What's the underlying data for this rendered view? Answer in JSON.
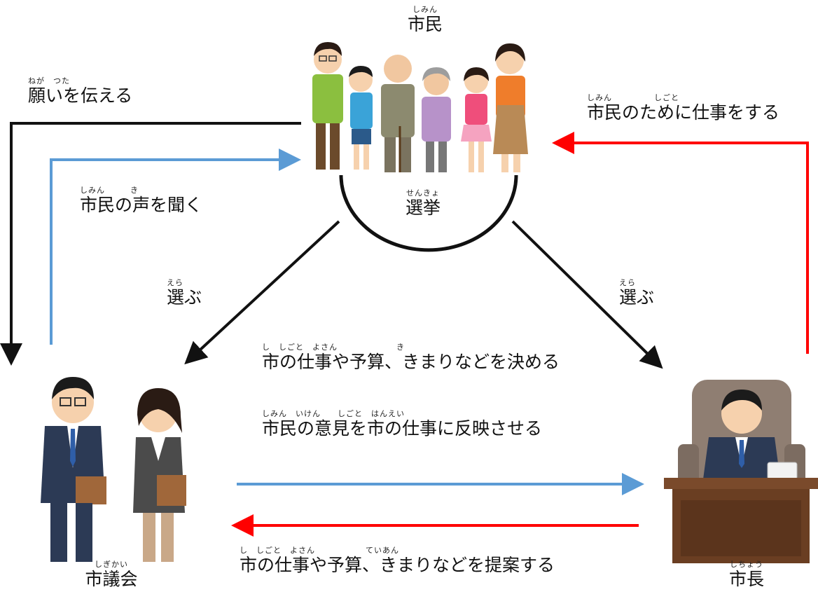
{
  "colors": {
    "wish_arrow": "#111111",
    "listen_arrow": "#5b9bd5",
    "work_arrow": "#ff0000",
    "choose_arrow": "#111111",
    "council_to_mayor_arrow": "#5b9bd5",
    "mayor_to_council_arrow": "#ff0000"
  },
  "icons": [
    "citizens-family-illustration",
    "city-council-members-illustration",
    "mayor-at-desk-illustration"
  ],
  "nodes": {
    "citizens": {
      "ruby": "しみん",
      "label": "市民"
    },
    "council": {
      "ruby": "しぎかい",
      "label": "市議会"
    },
    "mayor": {
      "ruby": "しちょう",
      "label": "市長"
    }
  },
  "election": {
    "ruby": "せんきょ",
    "label": "選挙"
  },
  "edges": {
    "convey_wishes": {
      "ruby": "ねが　つた",
      "label": "願いを伝える"
    },
    "listen_voices": {
      "ruby": "しみん　　　き",
      "label": "市民の声を聞く"
    },
    "work_for_citizens": {
      "ruby": "しみん　　　　　しごと",
      "label": "市民のために仕事をする"
    },
    "choose_left": {
      "ruby": "えら",
      "label": "選ぶ"
    },
    "choose_right": {
      "ruby": "えら",
      "label": "選ぶ"
    },
    "decide": {
      "ruby": "し　しごと　よさん　　　　　　　き",
      "label": "市の仕事や予算、きまりなどを決める"
    },
    "reflect": {
      "ruby": "しみん　いけん　　しごと　はんえい",
      "label": "市民の意見を市の仕事に反映させる"
    },
    "propose": {
      "ruby": "し　しごと　よさん　　　　　　ていあん",
      "label": "市の仕事や予算、きまりなどを提案する"
    }
  }
}
